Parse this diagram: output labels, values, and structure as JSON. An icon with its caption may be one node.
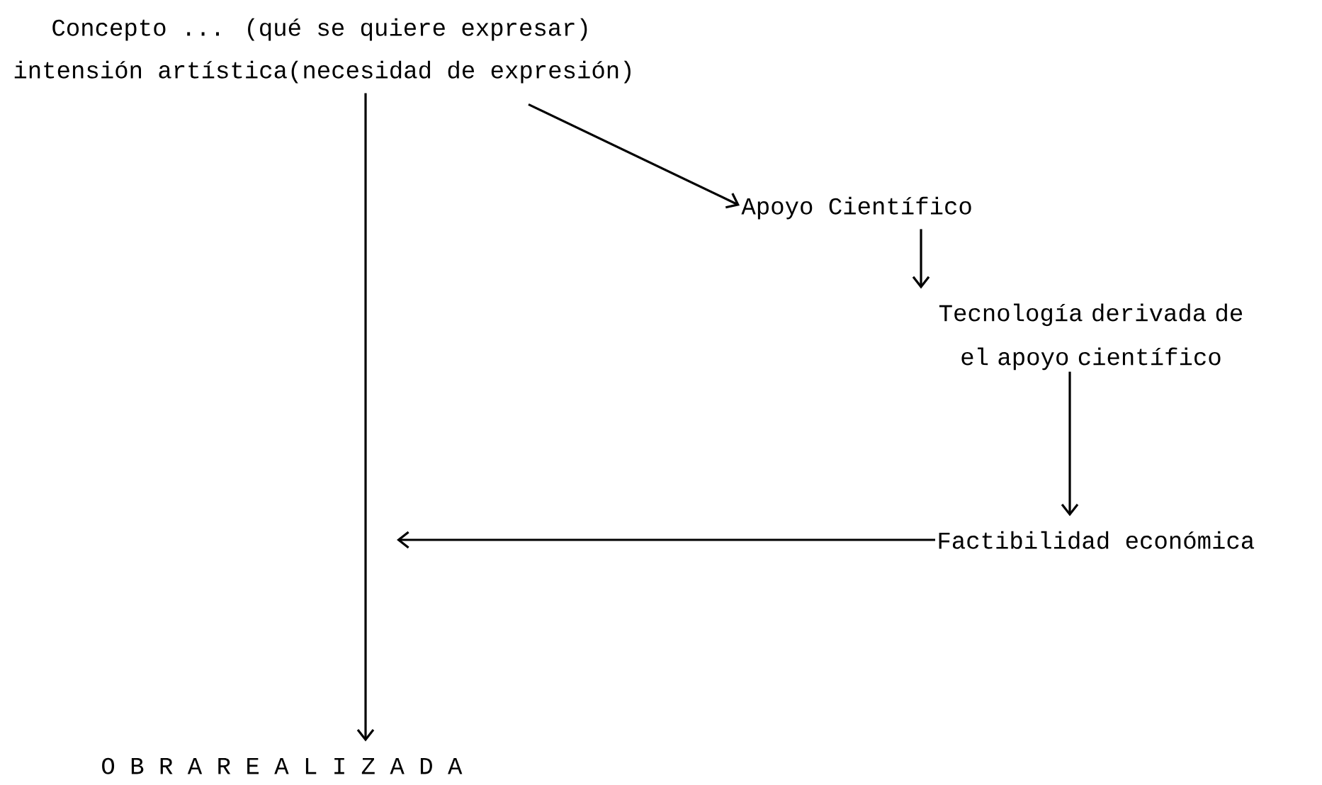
{
  "diagram": {
    "nodes": [
      {
        "text": [
          "Concepto ... (qué se quiere expresar)"
        ]
      },
      {
        "text": [
          "intensión artística(necesidad de expresión)"
        ]
      },
      {
        "text": [
          "Apoyo Científico"
        ]
      },
      {
        "text": [
          "Tecnología derivada de el apoyo científico"
        ]
      },
      {
        "text": [
          "Factibilidad económica"
        ]
      },
      {
        "text": [
          "O B R A R E A L I Z A D A"
        ]
      }
    ],
    "edges": [
      {
        "from": 1,
        "to": 5,
        "arrow": "to"
      },
      {
        "from": 1,
        "to": 2,
        "arrow": "to"
      },
      {
        "from": 2,
        "to": 3,
        "arrow": "to"
      },
      {
        "from": 3,
        "to": 4,
        "arrow": "to"
      },
      {
        "from": 4,
        "to": null,
        "arrow": "to"
      }
    ]
  }
}
